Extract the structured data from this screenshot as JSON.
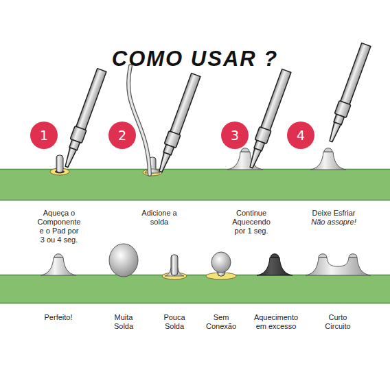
{
  "diagram": {
    "title": "COMO USAR ?",
    "nodes": [
      {
        "text": [
          "1"
        ]
      },
      {
        "text": [
          "2"
        ]
      },
      {
        "text": [
          "3"
        ]
      },
      {
        "text": [
          "4"
        ]
      }
    ],
    "labels": [
      "Aqueça o Componente e o Pad por 3 ou 4 seg.",
      "Adicione a solda",
      "Continue Aquecendo por 1 seg.",
      "Deixe Esfriar",
      "Não assopre!",
      "Perfeito!",
      "Muita Solda",
      "Pouca Solda",
      "Sem Conexão",
      "Aquecimento em excesso",
      "Curto Circuito"
    ]
  }
}
